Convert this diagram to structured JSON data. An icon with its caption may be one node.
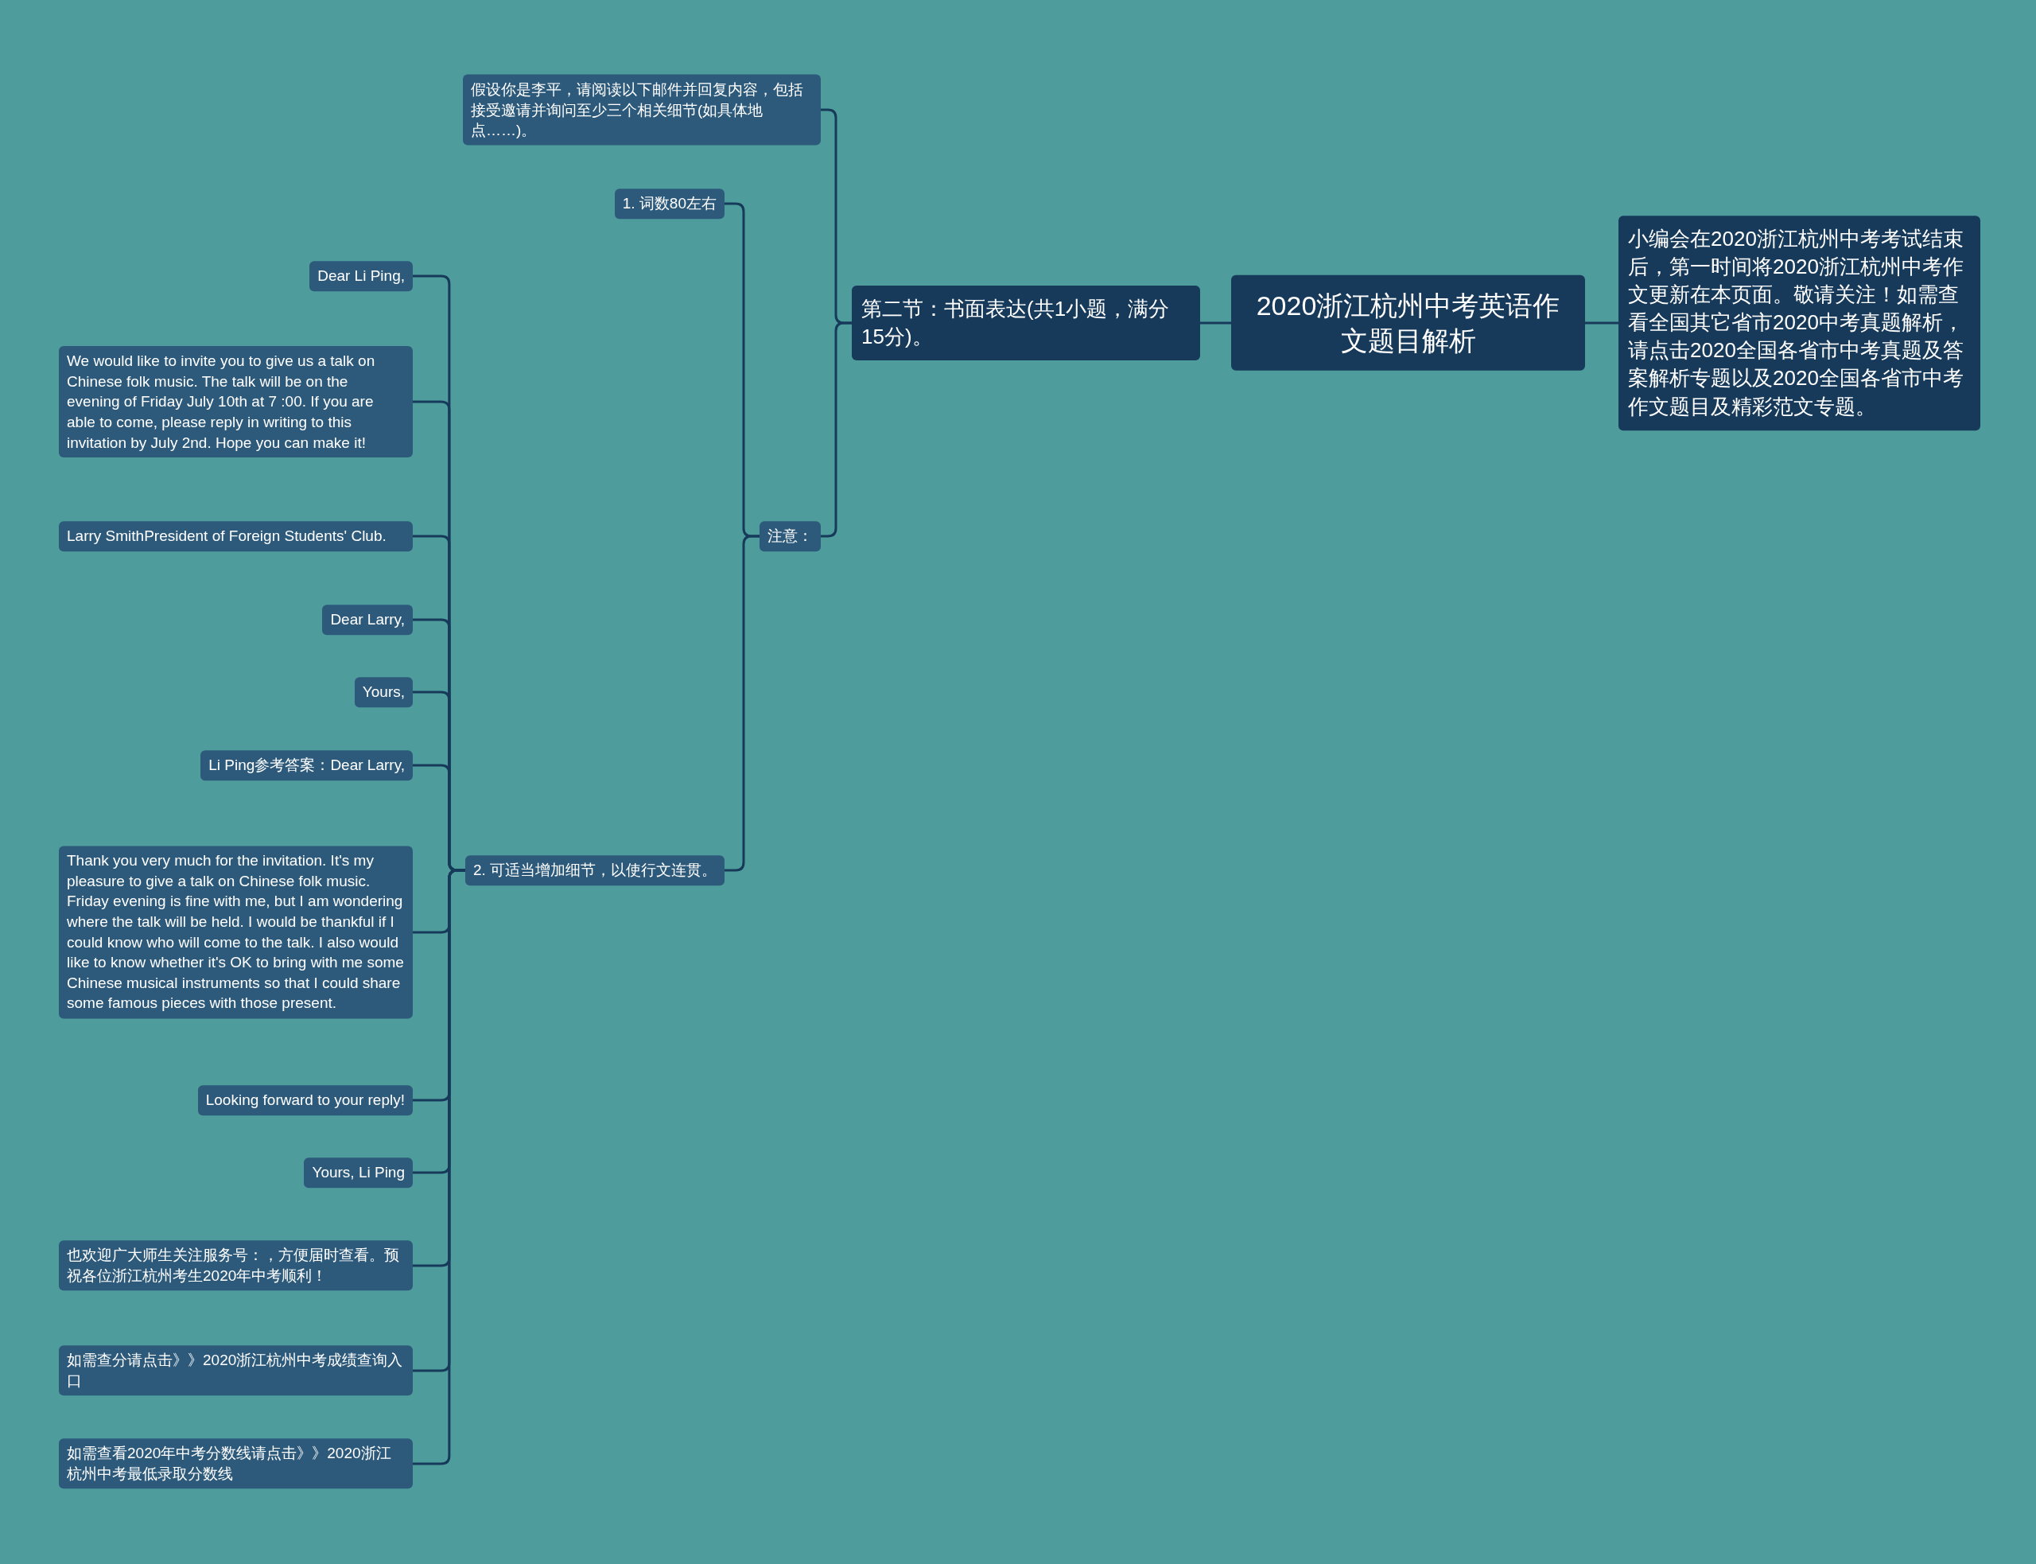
{
  "diagram": {
    "nodes": [
      {
        "text": [
          "2020浙江杭州中考英语作文题目解析"
        ]
      },
      {
        "text": [
          "小编会在2020浙江杭州中考考试结束后，第一时间将2020浙江杭州中考作文更新在本页面。敬请关注！如需查看全国其它省市2020中考真题解析，请点击2020全国各省市中考真题及答案解析专题以及2020全国各省市中考作文题目及精彩范文专题。"
        ]
      },
      {
        "text": [
          "第二节：书面表达(共1小题，满分15分)。"
        ]
      },
      {
        "text": [
          "假设你是李平，请阅读以下邮件并回复内容，包括接受邀请并询问至少三个相关细节(如具体地点……)。"
        ]
      },
      {
        "text": [
          "注意："
        ]
      },
      {
        "text": [
          "1. 词数80左右"
        ]
      },
      {
        "text": [
          "2. 可适当增加细节，以使行文连贯。"
        ]
      },
      {
        "text": [
          "Dear Li Ping,"
        ]
      },
      {
        "text": [
          "We would like to invite you to give us a talk on Chinese folk music. The talk will be on the evening of Friday July 10th at 7 :00. If you are able to come, please reply in writing to this invitation by July 2nd. Hope you can make it!"
        ]
      },
      {
        "text": [
          "Larry SmithPresident of Foreign Students' Club."
        ]
      },
      {
        "text": [
          "Dear Larry,"
        ]
      },
      {
        "text": [
          "Yours,"
        ]
      },
      {
        "text": [
          "Li Ping参考答案：Dear Larry,"
        ]
      },
      {
        "text": [
          "Thank you very much for the invitation. It's my pleasure to give a talk on Chinese folk music. Friday evening is fine with me, but I am wondering where the talk will be held. I would be thankful if I could know who will come to the talk. I also would like to know whether it's OK to bring with me some Chinese musical instruments so that I could share some famous pieces with those present."
        ]
      },
      {
        "text": [
          "Looking forward to your reply!"
        ]
      },
      {
        "text": [
          "Yours, Li Ping"
        ]
      },
      {
        "text": [
          "也欢迎广大师生关注服务号：，方便届时查看。预祝各位浙江杭州考生2020年中考顺利！"
        ]
      },
      {
        "text": [
          "如需查分请点击》》2020浙江杭州中考成绩查询入口"
        ]
      },
      {
        "text": [
          "如需查看2020年中考分数线请点击》》2020浙江杭州中考最低录取分数线"
        ]
      }
    ],
    "edges": [
      {
        "from": 0,
        "to": 1,
        "arrow": "none"
      },
      {
        "from": 0,
        "to": 2,
        "arrow": "none"
      },
      {
        "from": 2,
        "to": 3,
        "arrow": "none"
      },
      {
        "from": 2,
        "to": 4,
        "arrow": "none"
      },
      {
        "from": 4,
        "to": 5,
        "arrow": "none"
      },
      {
        "from": 4,
        "to": 6,
        "arrow": "none"
      },
      {
        "from": 6,
        "to": 7,
        "arrow": "none"
      },
      {
        "from": 6,
        "to": 8,
        "arrow": "none"
      },
      {
        "from": 6,
        "to": 9,
        "arrow": "none"
      },
      {
        "from": 6,
        "to": 10,
        "arrow": "none"
      },
      {
        "from": 6,
        "to": 11,
        "arrow": "none"
      },
      {
        "from": 6,
        "to": 12,
        "arrow": "none"
      },
      {
        "from": 6,
        "to": 13,
        "arrow": "none"
      },
      {
        "from": 6,
        "to": 14,
        "arrow": "none"
      },
      {
        "from": 6,
        "to": 15,
        "arrow": "none"
      },
      {
        "from": 6,
        "to": 16,
        "arrow": "none"
      },
      {
        "from": 6,
        "to": 17,
        "arrow": "none"
      },
      {
        "from": 6,
        "to": 18,
        "arrow": "none"
      }
    ]
  }
}
